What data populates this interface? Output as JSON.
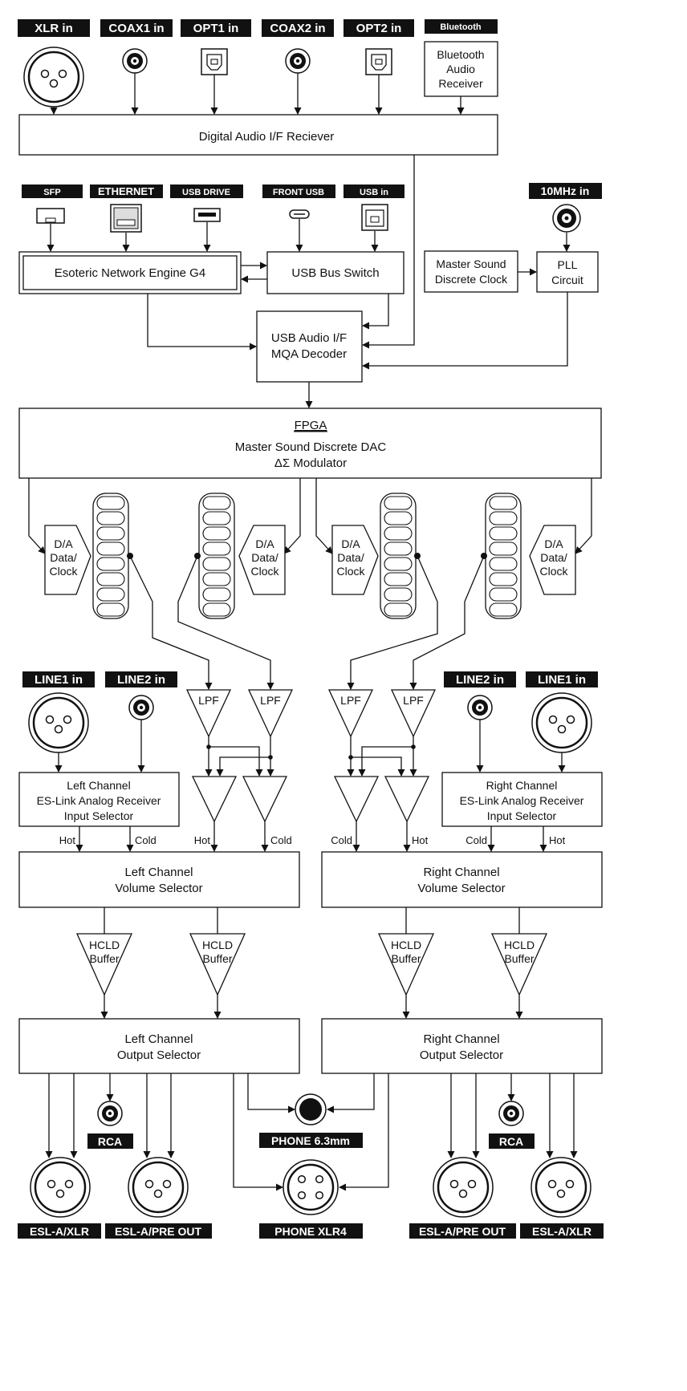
{
  "inputs_top": {
    "xlr_in": "XLR in",
    "coax1_in": "COAX1 in",
    "opt1_in": "OPT1 in",
    "coax2_in": "COAX2 in",
    "opt2_in": "OPT2 in",
    "bluetooth": "Bluetooth",
    "bt_receiver": [
      "Bluetooth",
      "Audio",
      "Receiver"
    ]
  },
  "digital_receiver": "Digital Audio I/F Reciever",
  "network_inputs": {
    "sfp": "SFP",
    "ethernet": "ETHERNET",
    "usb_drive": "USB DRIVE",
    "front_usb": "FRONT USB",
    "usb_in": "USB in",
    "tenmhz_in": "10MHz in"
  },
  "network_engine": "Esoteric Network Engine G4",
  "usb_switch": "USB Bus Switch",
  "master_clock": [
    "Master Sound",
    "Discrete Clock"
  ],
  "pll": [
    "PLL",
    "Circuit"
  ],
  "usb_audio": [
    "USB Audio I/F",
    "MQA Decoder"
  ],
  "fpga": {
    "title": "FPGA",
    "line1": "Master Sound Discrete DAC",
    "line2": "ΔΣ Modulator"
  },
  "da_block": [
    "D/A",
    "Data/",
    "Clock"
  ],
  "lpf": "LPF",
  "analog_inputs": {
    "line1_in": "LINE1 in",
    "line2_in": "LINE2 in"
  },
  "left_receiver": [
    "Left Channel",
    "ES-Link Analog Receiver",
    "Input Selector"
  ],
  "right_receiver": [
    "Right Channel",
    "ES-Link Analog Receiver",
    "Input Selector"
  ],
  "signals": {
    "hot": "Hot",
    "cold": "Cold"
  },
  "left_volume": [
    "Left Channel",
    "Volume Selector"
  ],
  "right_volume": [
    "Right Channel",
    "Volume Selector"
  ],
  "hcld": [
    "HCLD",
    "Buffer"
  ],
  "left_output": [
    "Left Channel",
    "Output Selector"
  ],
  "right_output": [
    "Right Channel",
    "Output Selector"
  ],
  "outputs": {
    "rca": "RCA",
    "phone_63": "PHONE 6.3mm",
    "phone_xlr4": "PHONE XLR4",
    "esl_a_xlr": "ESL-A/XLR",
    "esl_a_pre_out": "ESL-A/PRE OUT"
  }
}
